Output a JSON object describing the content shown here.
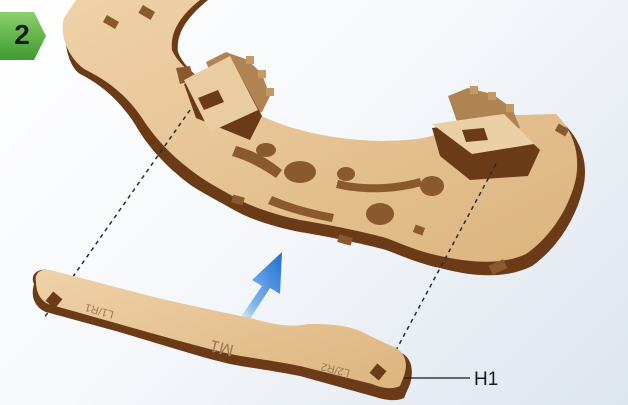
{
  "step": {
    "number": "2",
    "badge_color": "#5fb84a"
  },
  "labels": {
    "part_callout": "H1",
    "part_engraving": "M1",
    "left_hole_mark": "L1/R1",
    "right_hole_mark": "L2/R2"
  },
  "colors": {
    "wood_face": "#e7c596",
    "wood_edge": "#6b3a17",
    "arrow_blue": "#2e7fd6",
    "background": "#eef2f7"
  },
  "icons": {
    "assembly_arrow": "up-right-arrow-icon"
  }
}
